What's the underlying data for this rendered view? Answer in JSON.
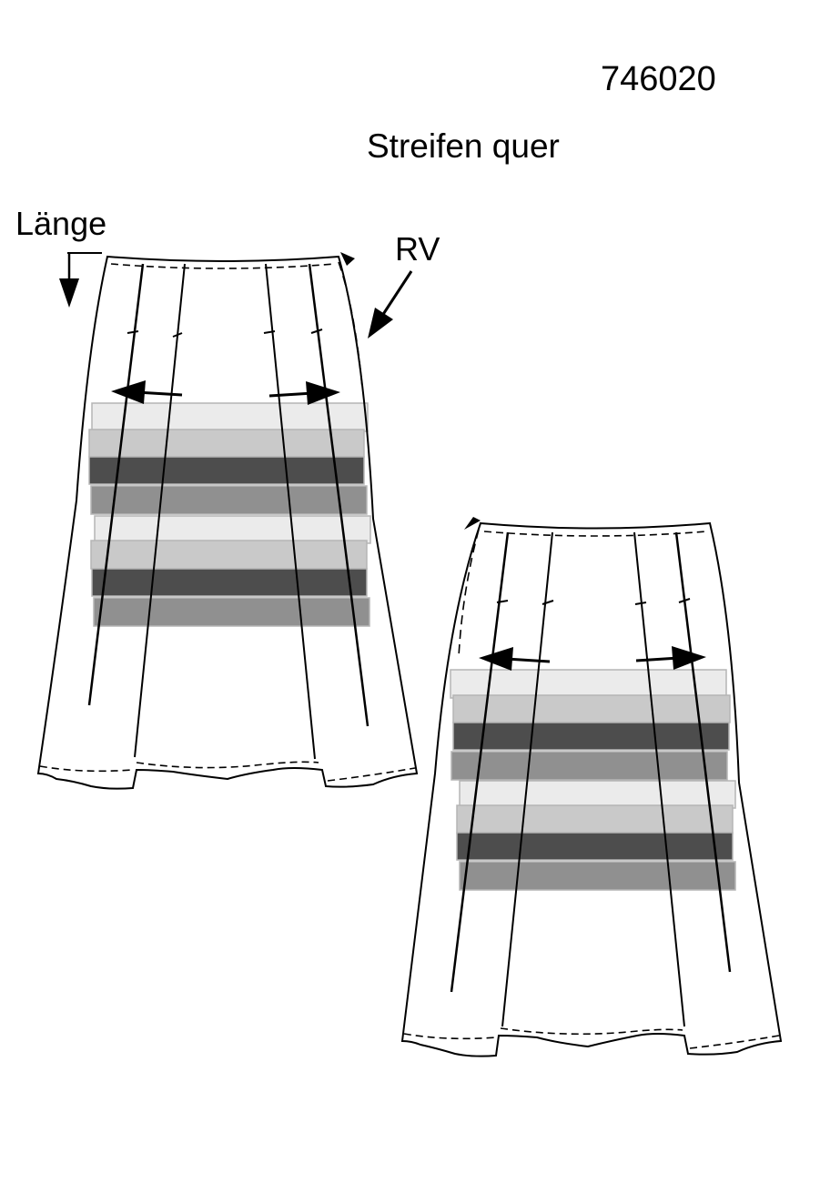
{
  "pattern_number": "746020",
  "title": "Streifen quer",
  "labels": {
    "length": "Länge",
    "zipper": "RV"
  },
  "stripe_colors": [
    "#ebebeb",
    "#c9c9c9",
    "#4d4d4d",
    "#909090"
  ],
  "line_color": "#000000"
}
